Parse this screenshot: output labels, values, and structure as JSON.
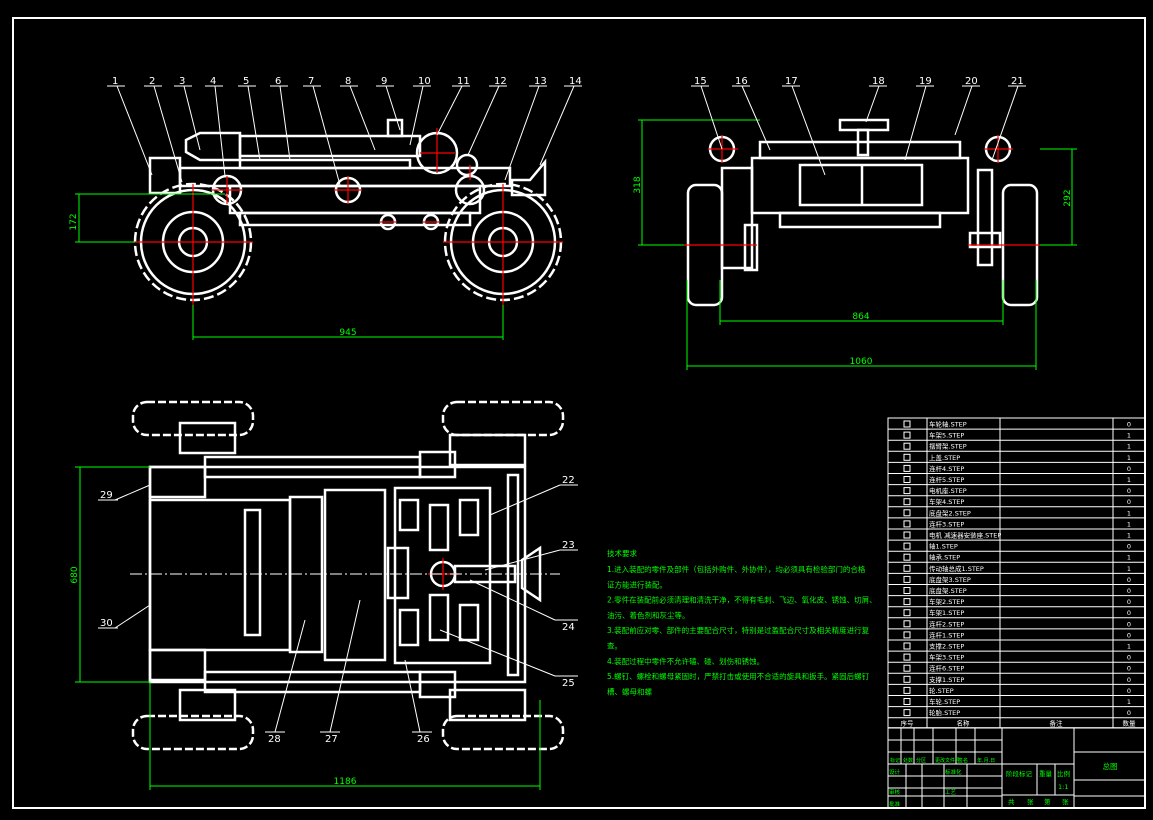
{
  "drawing": {
    "colors": {
      "outline": "#ffffff",
      "center_line": "#ff0000",
      "dimension": "#00ff00",
      "background": "#000000"
    },
    "side_view": {
      "part_numbers": [
        "1",
        "2",
        "3",
        "4",
        "5",
        "6",
        "7",
        "8",
        "9",
        "10",
        "11",
        "12",
        "13",
        "14"
      ],
      "dimensions": {
        "axle_height": "172",
        "wheelbase": "945"
      }
    },
    "front_view": {
      "part_numbers": [
        "15",
        "16",
        "17",
        "18",
        "19",
        "20",
        "21"
      ],
      "dimensions": {
        "overall_height": "318",
        "axle_height": "292",
        "track_inner": "864",
        "overall_width": "1060"
      }
    },
    "top_view": {
      "part_numbers": {
        "p22": "22",
        "p23": "23",
        "p24": "24",
        "p25": "25",
        "p26": "26",
        "p27": "27",
        "p28": "28",
        "p29": "29",
        "p30": "30"
      },
      "dimensions": {
        "width": "680",
        "length": "1186"
      }
    }
  },
  "technical_requirements": {
    "title": "技术要求",
    "lines": [
      "1.进入装配的零件及部件（包括外购件、外协件），均必须具有检验部门的合格",
      "证方能进行装配。",
      "2.零件在装配前必须清理和清洗干净，不得有毛刺、飞边、氧化皮、锈蚀、切屑、",
      "油污、着色剂和灰尘等。",
      "3.装配前应对零、部件的主要配合尺寸，特别是过盈配合尺寸及相关精度进行复",
      "查。",
      "4.装配过程中零件不允许磕、碰、划伤和锈蚀。",
      "5.螺钉、螺栓和螺母紧固时，严禁打击或使用不合适的旋具和扳手。紧固后螺钉",
      "槽、螺母和螺"
    ]
  },
  "parts_list": {
    "header": {
      "no": "序号",
      "name": "名称",
      "note": "备注",
      "qty": "数量"
    },
    "rows": [
      {
        "name": "车轮轴.STEP",
        "qty": "0"
      },
      {
        "name": "车架5.STEP",
        "qty": "1"
      },
      {
        "name": "摆臂架.STEP",
        "qty": "1"
      },
      {
        "name": "上盖.STEP",
        "qty": "1"
      },
      {
        "name": "连杆4.STEP",
        "qty": "0"
      },
      {
        "name": "连杆5.STEP",
        "qty": "1"
      },
      {
        "name": "电机座.STEP",
        "qty": "0"
      },
      {
        "name": "车架4.STEP",
        "qty": "0"
      },
      {
        "name": "底盘架2.STEP",
        "qty": "1"
      },
      {
        "name": "连杆3.STEP",
        "qty": "1"
      },
      {
        "name": "电机 减速器安装座.STEP",
        "qty": "1"
      },
      {
        "name": "轴1.STEP",
        "qty": "0"
      },
      {
        "name": "轴承.STEP",
        "qty": "1"
      },
      {
        "name": "传动轴总成1.STEP",
        "qty": "1"
      },
      {
        "name": "底盘架3.STEP",
        "qty": "0"
      },
      {
        "name": "底盘架.STEP",
        "qty": "0"
      },
      {
        "name": "车架2.STEP",
        "qty": "0"
      },
      {
        "name": "车架1.STEP",
        "qty": "0"
      },
      {
        "name": "连杆2.STEP",
        "qty": "0"
      },
      {
        "name": "连杆1.STEP",
        "qty": "0"
      },
      {
        "name": "支撑2.STEP",
        "qty": "1"
      },
      {
        "name": "车架3.STEP",
        "qty": "0"
      },
      {
        "name": "连杆6.STEP",
        "qty": "0"
      },
      {
        "name": "支撑1.STEP",
        "qty": "0"
      },
      {
        "name": "轮.STEP",
        "qty": "0"
      },
      {
        "name": "车轮.STEP",
        "qty": "1"
      },
      {
        "name": "轮胎.STEP",
        "qty": "0"
      }
    ]
  },
  "title_block": {
    "revision_headers": [
      "标记",
      "处数",
      "分区",
      "更改文件号",
      "签名",
      "年.月.日"
    ],
    "roles": {
      "design": "设计",
      "standard": "标准化",
      "check": "审核",
      "process": "工艺",
      "approve": "批准"
    },
    "stage_mark": "阶段标记",
    "weight": "重量",
    "scale_label": "比例",
    "scale": "1:1",
    "sheet": [
      "共",
      "张",
      "第",
      "张"
    ],
    "drawing_name": "总图"
  }
}
